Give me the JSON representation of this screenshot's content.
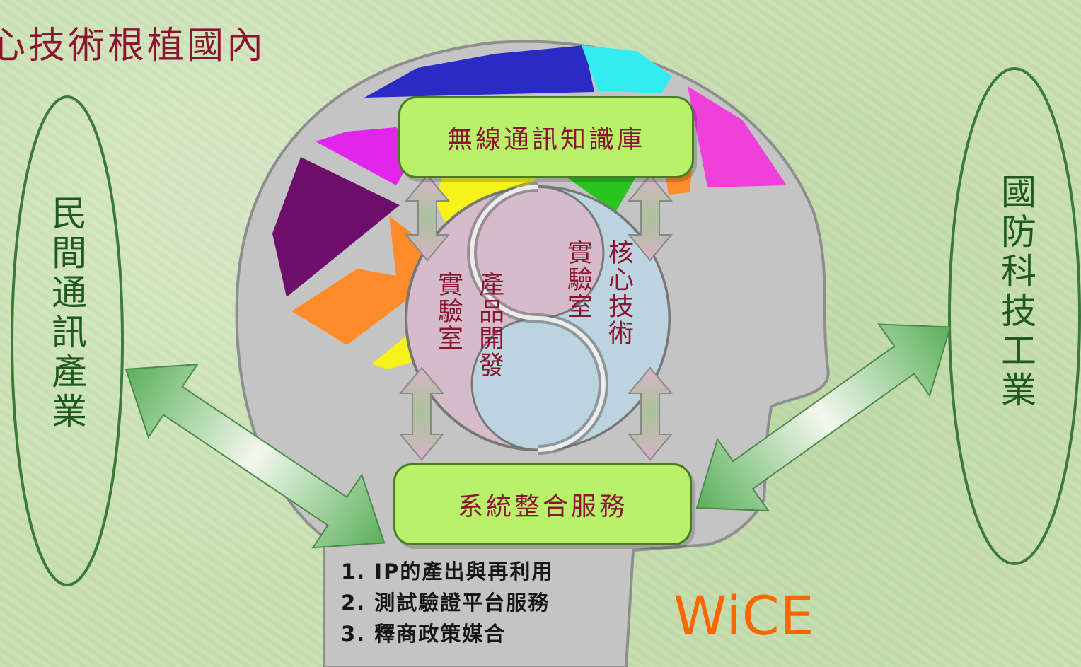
{
  "title": "心技術根植國內",
  "left_ellipse": {
    "label": "民間通訊產業"
  },
  "right_ellipse": {
    "label": "國防科技工業"
  },
  "top_box": {
    "label": "無線通訊知識庫"
  },
  "bottom_box": {
    "label": "系統整合服務"
  },
  "yinyang": {
    "left_col1": "實驗室",
    "left_col2": "產品開發",
    "right_col1": "實驗室",
    "right_col2": "核心技術"
  },
  "services": [
    "1. IP的產出與再利用",
    "2. 測試驗證平台服務",
    "3. 釋商政策媒合"
  ],
  "brand": "WiCE",
  "colors": {
    "background": "#c8dfb0",
    "box_fill": "#b7f26a",
    "text_red": "#8b1530",
    "text_green": "#1e5a1e",
    "brand_orange": "#ff6600",
    "head_gray": "#c4c4c4"
  }
}
